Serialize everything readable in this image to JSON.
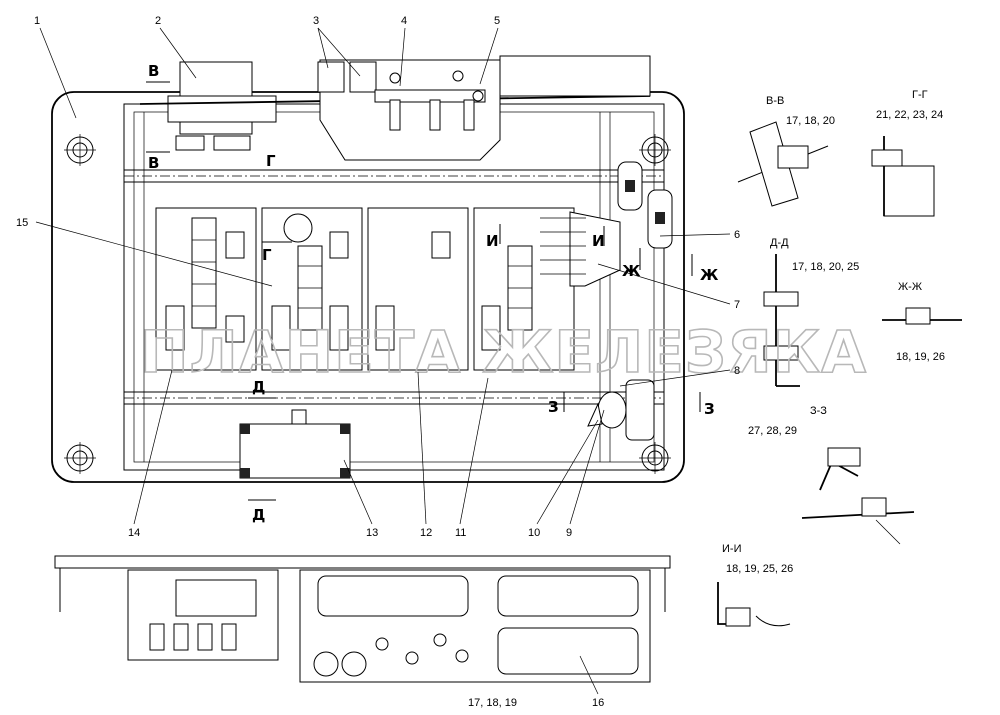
{
  "callouts": [
    "1",
    "2",
    "3",
    "4",
    "5",
    "6",
    "7",
    "8",
    "9",
    "10",
    "11",
    "12",
    "13",
    "14",
    "15",
    "16"
  ],
  "sections": {
    "vv": {
      "title": "В-В",
      "parts": "17, 18, 20"
    },
    "gg": {
      "title": "Г-Г",
      "parts": "21, 22, 23, 24"
    },
    "dd": {
      "title": "Д-Д",
      "parts": "17, 18, 20, 25"
    },
    "zhzh": {
      "title": "Ж-Ж",
      "parts": "18, 19, 26"
    },
    "zz": {
      "title": "З-З",
      "parts": "27, 28, 29"
    },
    "ii": {
      "title": "И-И",
      "parts": "18, 19, 25, 26"
    }
  },
  "bottom_parts": "17, 18, 19",
  "section_marks": {
    "v": "В",
    "g": "Г",
    "d": "Д",
    "zh": "Ж",
    "z": "З",
    "i": "И"
  },
  "watermark": "ПЛАНЕТА ЖЕЛЕЗЯКА"
}
